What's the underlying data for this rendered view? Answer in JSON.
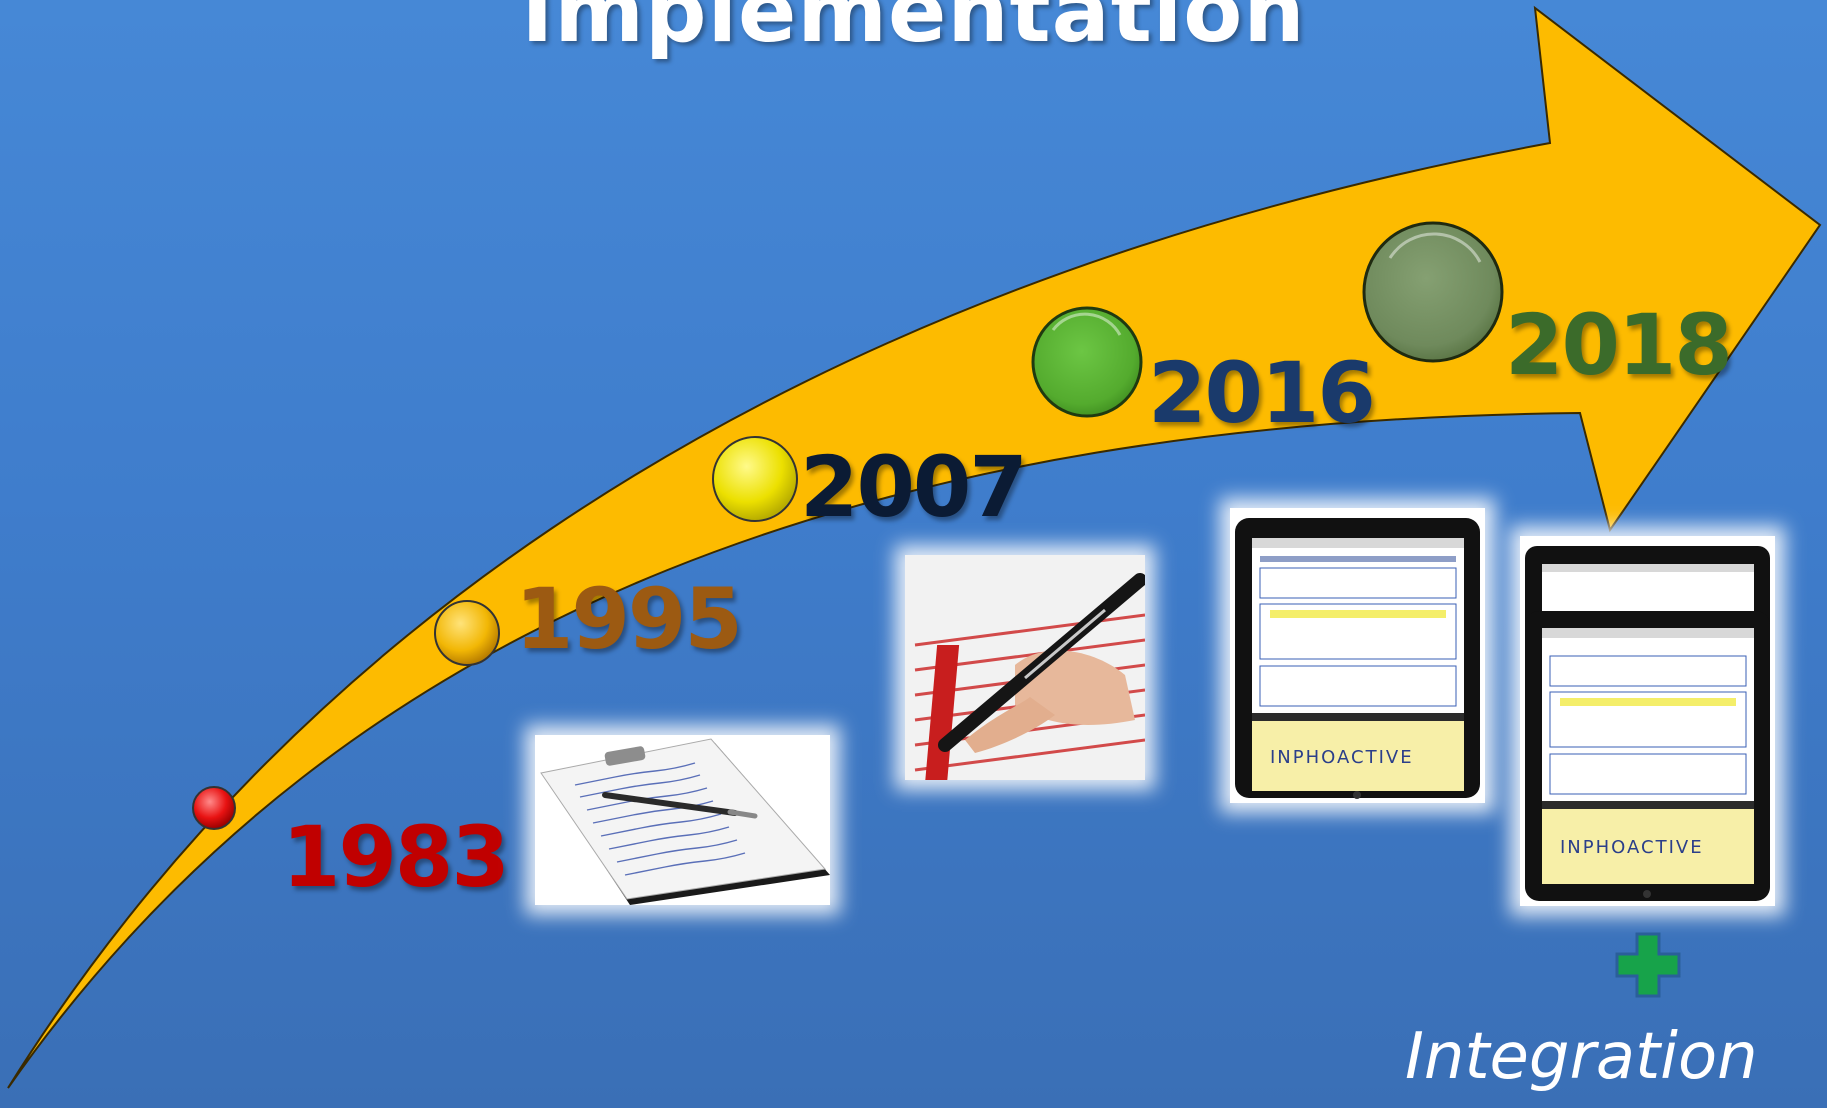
{
  "title": "Implementation",
  "milestones": [
    {
      "year": "1983",
      "color": "#c00000",
      "marker_color": "#e81212"
    },
    {
      "year": "1995",
      "color": "#9c5a12",
      "marker_color": "#f2b705"
    },
    {
      "year": "2007",
      "color": "#0b1b34",
      "marker_color": "#ece000"
    },
    {
      "year": "2016",
      "color": "#1a3a6b",
      "marker_color": "#54ab2e"
    },
    {
      "year": "2018",
      "color": "#3b6b2a",
      "marker_color": "#6f8a5c"
    }
  ],
  "tablet_texts": {
    "handwriting": "INPHOACTIVE"
  },
  "integration_label": "Integration",
  "colors": {
    "background": "#4282d2",
    "arrow": "#fdbb00",
    "plus": "#17a34a"
  },
  "icons": [
    "clipboard-icon",
    "pen-writing-icon",
    "tablet-icon",
    "plus-icon"
  ]
}
